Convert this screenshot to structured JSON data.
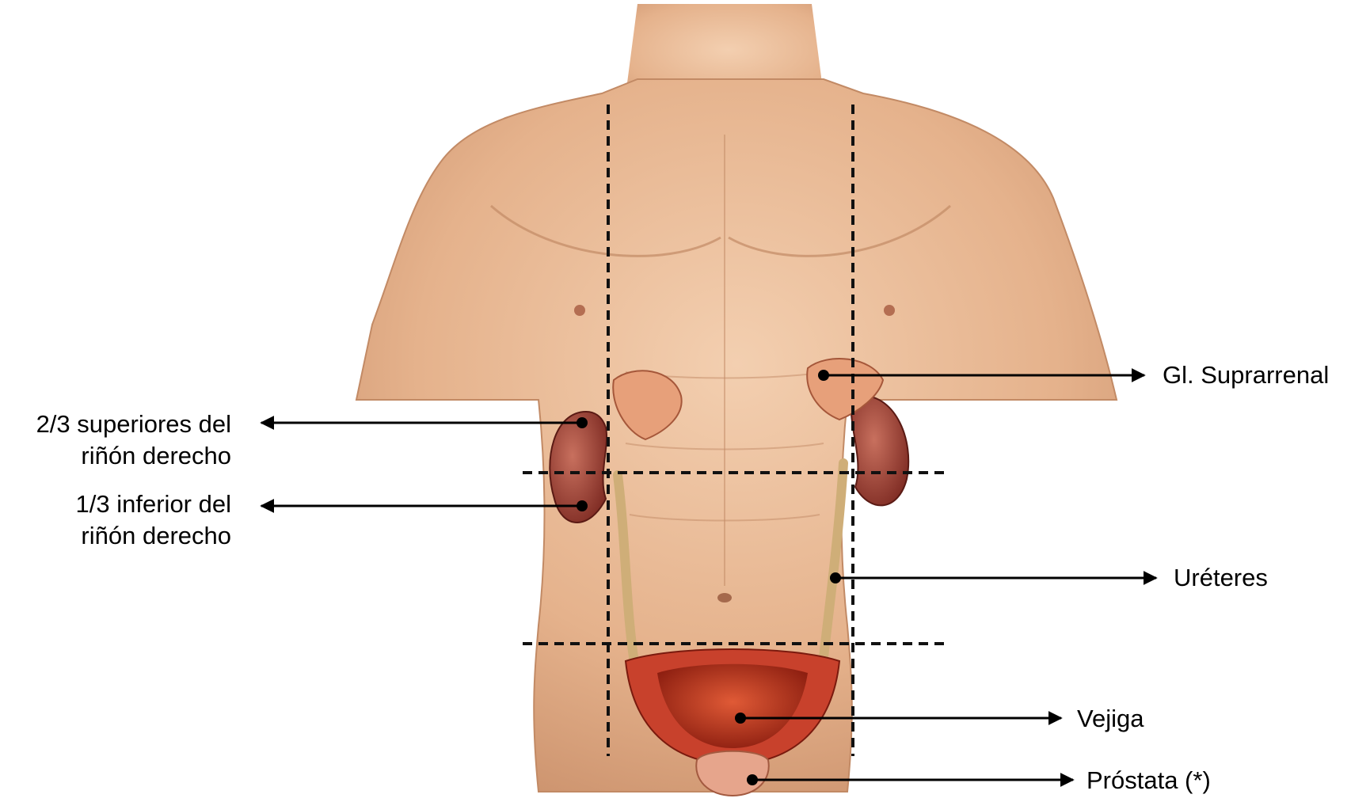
{
  "labels": {
    "kidney_upper": {
      "line1": "2/3 superiores del",
      "line2": "riñón derecho"
    },
    "kidney_lower": {
      "line1": "1/3 inferior del",
      "line2": "riñón derecho"
    },
    "adrenal": "Gl. Suprarrenal",
    "ureters": "Uréteres",
    "bladder": "Vejiga",
    "prostate": "Próstata (*)"
  },
  "colors": {
    "skin": "#e8b894",
    "skin_shadow": "#c98f6a",
    "kidney": "#a5453a",
    "adrenal": "#e7a07a",
    "bladder_wall": "#c8412c",
    "bladder_inner": "#b42a16",
    "ureter": "#cfae78",
    "lines": "#111111"
  }
}
